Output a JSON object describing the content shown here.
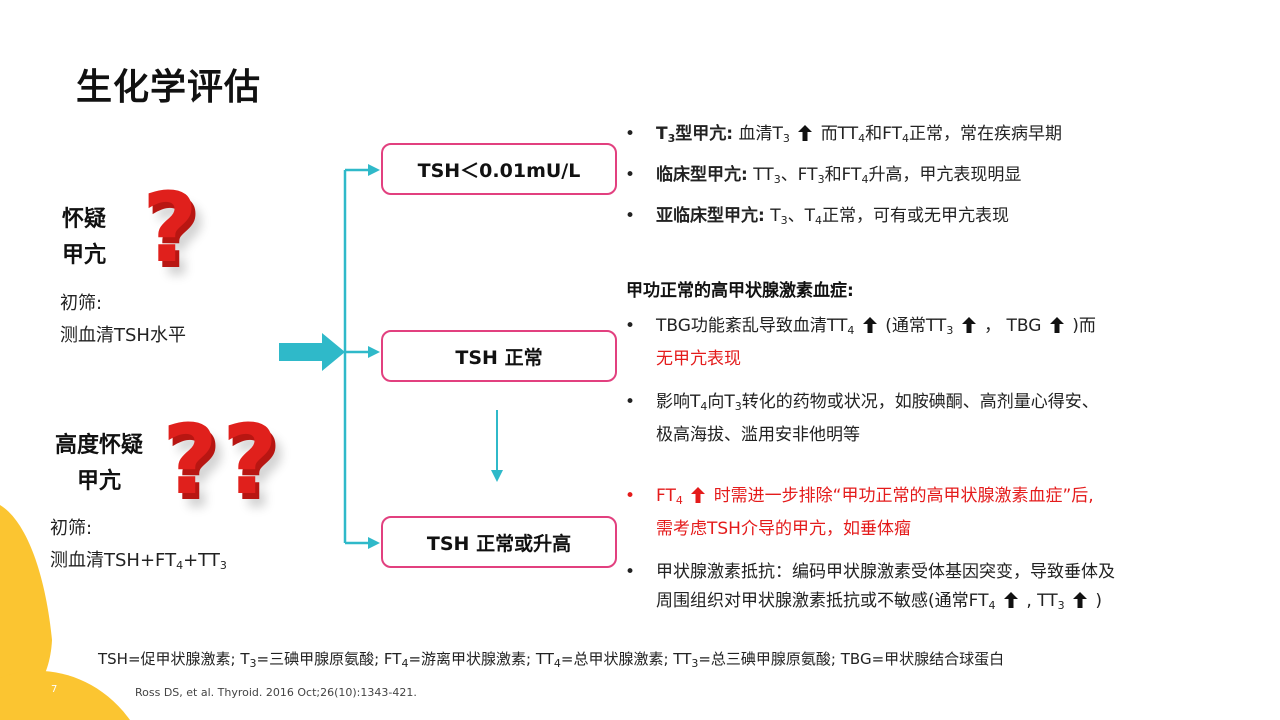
{
  "slide": {
    "title": "生化学评估",
    "page_number": "7"
  },
  "left": {
    "suspect": {
      "label_line1": "怀疑",
      "label_line2": "甲亢",
      "screen_label": "初筛:",
      "screen_text": "测血清TSH水平"
    },
    "high_suspect": {
      "label_line1": "高度怀疑",
      "label_line2": "甲亢",
      "screen_label": "初筛:",
      "screen_prefix": "测血清TSH+FT",
      "screen_sub1": "4",
      "screen_mid": "+TT",
      "screen_sub2": "3"
    },
    "question_mark": "?"
  },
  "boxes": {
    "low": "TSH＜0.01mU/L",
    "normal": "TSH 正常",
    "normal_or_high": "TSH 正常或升高"
  },
  "top_bullets": {
    "item1": {
      "bold_a": "T",
      "bold_sub": "3",
      "bold_b": "型甲亢:",
      "text_a": " 血清T",
      "sub_a": "3",
      "text_b": " 而TT",
      "sub_b": "4",
      "text_c": "和FT",
      "sub_c": "4",
      "text_d": "正常，常在疾病早期"
    },
    "item2": {
      "bold": "临床型甲亢:",
      "text_a": " TT",
      "sub_a": "3",
      "text_b": "、FT",
      "sub_b": "3",
      "text_c": "和FT",
      "sub_c": "4",
      "text_d": "升高，甲亢表现明显"
    },
    "item3": {
      "bold": "亚临床型甲亢:",
      "text_a": " T",
      "sub_a": "3",
      "text_b": "、T",
      "sub_b": "4",
      "text_c": "正常，可有或无甲亢表现"
    }
  },
  "middle": {
    "heading": "甲功正常的高甲状腺激素血症:",
    "item1": {
      "text_a": "TBG功能紊乱导致血清TT",
      "sub_a": "4",
      "text_b": " (通常TT",
      "sub_b": "3",
      "text_c": "，  TBG ",
      "text_d": ")而",
      "red_line": "无甲亢表现"
    },
    "item2": {
      "text_a": "影响T",
      "sub_a": "4",
      "text_b": "向T",
      "sub_b": "3",
      "text_c": "转化的药物或状况，如胺碘酮、高剂量心得安、",
      "line2": "极高海拔、滥用安非他明等"
    }
  },
  "bottom_bullets": {
    "item1": {
      "text_a": "FT",
      "sub_a": "4",
      "text_b": " 时需进一步排除“甲功正常的高甲状腺激素血症”后,",
      "line2": "需考虑TSH介导的甲亢，如垂体瘤"
    },
    "item2": {
      "line1": "甲状腺激素抵抗：编码甲状腺激素受体基因突变，导致垂体及",
      "text_a": "周围组织对甲状腺激素抵抗或不敏感(通常FT",
      "sub_a": "4",
      "text_b": ", TT",
      "sub_b": "3",
      "text_c": " )"
    }
  },
  "footnote": {
    "p1": "TSH=促甲状腺激素; T",
    "s1": "3",
    "p2": "=三碘甲腺原氨酸; FT",
    "s2": "4",
    "p3": "=游离甲状腺激素; TT",
    "s3": "4",
    "p4": "=总甲状腺激素; TT",
    "s4": "3",
    "p5": "=总三碘甲腺原氨酸; TBG=甲状腺结合球蛋白"
  },
  "reference": "Ross DS, et al. Thyroid. 2016 Oct;26(10):1343-421.",
  "colors": {
    "accent_yellow": "#fbc531",
    "arrow_teal": "#2fb9c9",
    "box_border": "#e2407f",
    "alert_red": "#e41b1b",
    "qmark_red": "#e0201c"
  },
  "icons": {
    "increase": "arrow-up-icon",
    "connector": "arrow-right-icon"
  }
}
